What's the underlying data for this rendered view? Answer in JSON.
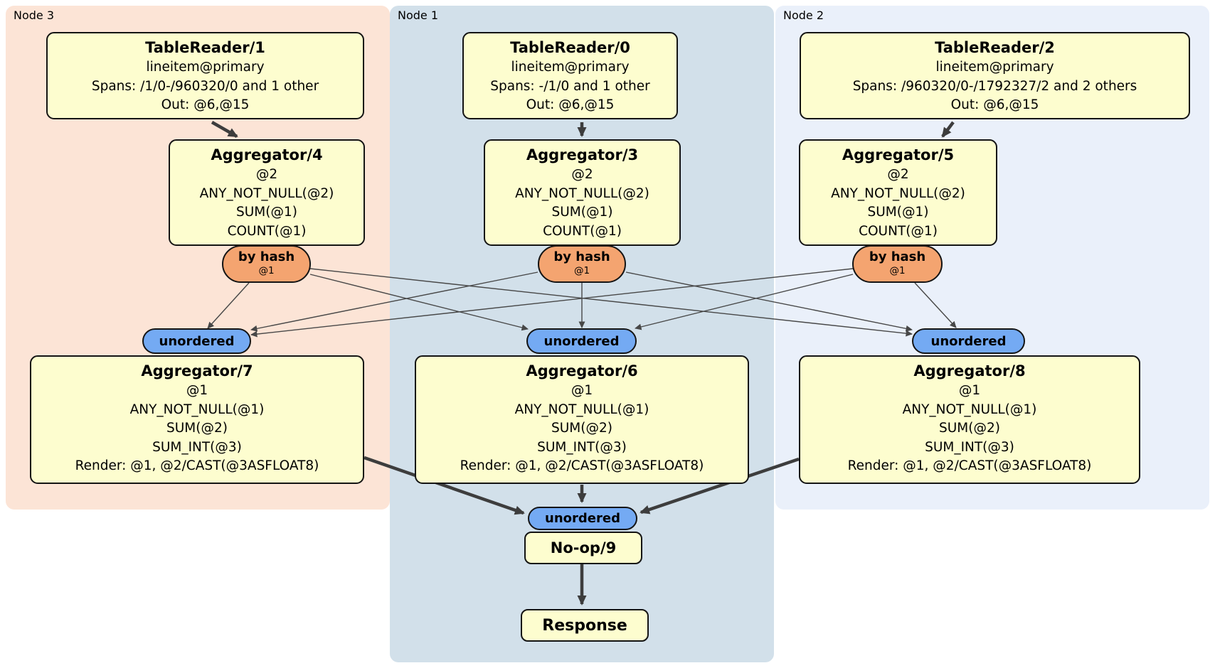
{
  "colors": {
    "panel_node3": "#fce4d6",
    "panel_node1": "#d2e0ea",
    "panel_node2": "#eaf0fa",
    "processor_box_fill": "#fdfdcf",
    "router_fill": "#f4a470",
    "sync_fill": "#74aaf3",
    "edge_stroke": "#3d3d3d"
  },
  "nodes": [
    {
      "panel_label": "Node 3",
      "table_reader": {
        "title": "TableReader/1",
        "index": "lineitem@primary",
        "spans": "Spans: /1/0-/960320/0 and 1 other",
        "out": "Out: @6,@15"
      },
      "aggregator_top": {
        "title": "Aggregator/4",
        "rows": [
          "@2",
          "ANY_NOT_NULL(@2)",
          "SUM(@1)",
          "COUNT(@1)"
        ]
      },
      "router": {
        "label": "by hash",
        "key": "@1"
      },
      "sync": {
        "label": "unordered"
      },
      "aggregator_bottom": {
        "title": "Aggregator/7",
        "rows": [
          "@1",
          "ANY_NOT_NULL(@1)",
          "SUM(@2)",
          "SUM_INT(@3)",
          "Render: @1, @2/CAST(@3ASFLOAT8)"
        ]
      }
    },
    {
      "panel_label": "Node 1",
      "table_reader": {
        "title": "TableReader/0",
        "index": "lineitem@primary",
        "spans": "Spans: -/1/0 and 1 other",
        "out": "Out: @6,@15"
      },
      "aggregator_top": {
        "title": "Aggregator/3",
        "rows": [
          "@2",
          "ANY_NOT_NULL(@2)",
          "SUM(@1)",
          "COUNT(@1)"
        ]
      },
      "router": {
        "label": "by hash",
        "key": "@1"
      },
      "sync": {
        "label": "unordered"
      },
      "aggregator_bottom": {
        "title": "Aggregator/6",
        "rows": [
          "@1",
          "ANY_NOT_NULL(@1)",
          "SUM(@2)",
          "SUM_INT(@3)",
          "Render: @1, @2/CAST(@3ASFLOAT8)"
        ]
      }
    },
    {
      "panel_label": "Node 2",
      "table_reader": {
        "title": "TableReader/2",
        "index": "lineitem@primary",
        "spans": "Spans: /960320/0-/1792327/2 and 2 others",
        "out": "Out: @6,@15"
      },
      "aggregator_top": {
        "title": "Aggregator/5",
        "rows": [
          "@2",
          "ANY_NOT_NULL(@2)",
          "SUM(@1)",
          "COUNT(@1)"
        ]
      },
      "router": {
        "label": "by hash",
        "key": "@1"
      },
      "sync": {
        "label": "unordered"
      },
      "aggregator_bottom": {
        "title": "Aggregator/8",
        "rows": [
          "@1",
          "ANY_NOT_NULL(@1)",
          "SUM(@2)",
          "SUM_INT(@3)",
          "Render: @1, @2/CAST(@3ASFLOAT8)"
        ]
      }
    }
  ],
  "final": {
    "sync_label": "unordered",
    "noop_label": "No-op/9",
    "response_label": "Response"
  },
  "edges": [
    {
      "from": "TableReader/1",
      "to": "Aggregator/4"
    },
    {
      "from": "TableReader/0",
      "to": "Aggregator/3"
    },
    {
      "from": "TableReader/2",
      "to": "Aggregator/5"
    },
    {
      "from": "Aggregator/4",
      "via": "by hash @1",
      "to": "Aggregator/7 unordered"
    },
    {
      "from": "Aggregator/4",
      "via": "by hash @1",
      "to": "Aggregator/6 unordered"
    },
    {
      "from": "Aggregator/4",
      "via": "by hash @1",
      "to": "Aggregator/8 unordered"
    },
    {
      "from": "Aggregator/3",
      "via": "by hash @1",
      "to": "Aggregator/7 unordered"
    },
    {
      "from": "Aggregator/3",
      "via": "by hash @1",
      "to": "Aggregator/6 unordered"
    },
    {
      "from": "Aggregator/3",
      "via": "by hash @1",
      "to": "Aggregator/8 unordered"
    },
    {
      "from": "Aggregator/5",
      "via": "by hash @1",
      "to": "Aggregator/7 unordered"
    },
    {
      "from": "Aggregator/5",
      "via": "by hash @1",
      "to": "Aggregator/6 unordered"
    },
    {
      "from": "Aggregator/5",
      "via": "by hash @1",
      "to": "Aggregator/8 unordered"
    },
    {
      "from": "Aggregator/7",
      "to": "No-op/9 unordered"
    },
    {
      "from": "Aggregator/6",
      "to": "No-op/9 unordered"
    },
    {
      "from": "Aggregator/8",
      "to": "No-op/9 unordered"
    },
    {
      "from": "No-op/9",
      "to": "Response"
    }
  ]
}
